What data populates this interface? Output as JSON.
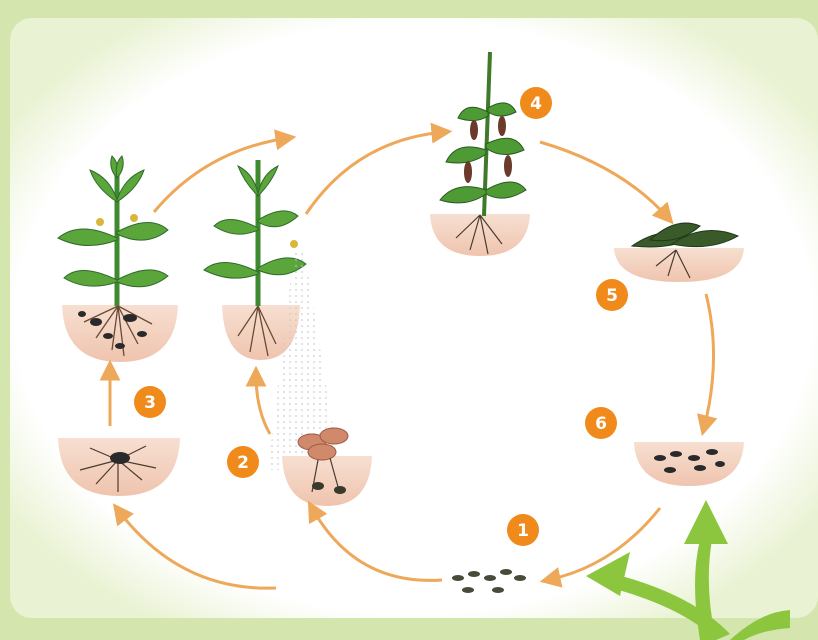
{
  "diagram": {
    "type": "life-cycle",
    "colors": {
      "outer_border": "#d4e6ad",
      "panel": "#ffffff",
      "arrow": "#eda85a",
      "badge": "#ef8a1b",
      "badge_text": "#ffffff",
      "leaf": "#5aa63b",
      "leaf_dark": "#2f6a2a",
      "soil": "#f3d3c2",
      "root": "#6b4a35",
      "green_arrow": "#8cc63f"
    },
    "stages": [
      {
        "label": "1",
        "content": "seeds-on-ground"
      },
      {
        "label": "2",
        "content": "germinating-seed-in-soil"
      },
      {
        "label": "3",
        "content": "sprouting-seed-roots"
      },
      {
        "label": "4",
        "content": "mature-plant-with-pods"
      },
      {
        "label": "5",
        "content": "dry-fallen-plant"
      },
      {
        "label": "6",
        "content": "seeds-in-soil"
      }
    ],
    "extra_panels": [
      "flowering-plant-with-nodules",
      "young-plant-with-pollen-spray"
    ],
    "icons": [
      "orange-cycle-arrow",
      "green-branch-arrow"
    ]
  }
}
